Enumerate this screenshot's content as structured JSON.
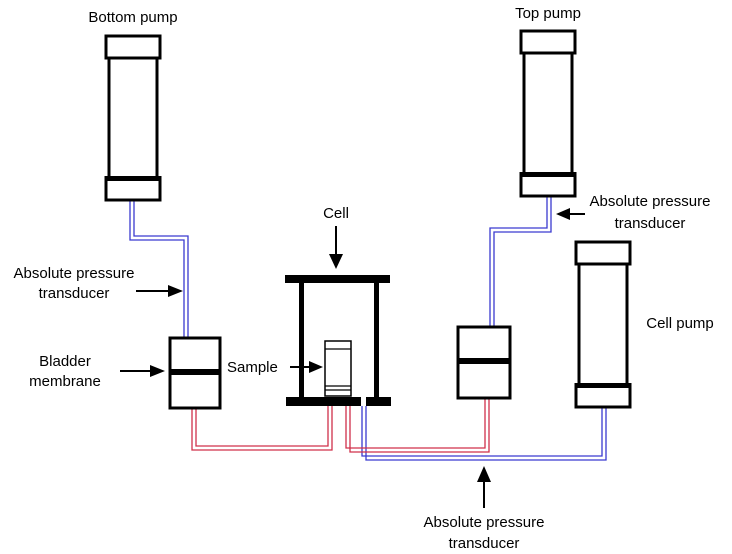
{
  "labels": {
    "bottom_pump": "Bottom pump",
    "top_pump": "Top pump",
    "cell_pump": "Cell pump",
    "cell": "Cell",
    "sample": "Sample",
    "bladder_line1": "Bladder",
    "bladder_line2": "membrane",
    "apt_left_line1": "Absolute pressure",
    "apt_left_line2": "transducer",
    "apt_right_line1": "Absolute pressure",
    "apt_right_line2": "transducer",
    "apt_bottom_line1": "Absolute pressure",
    "apt_bottom_line2": "transducer"
  },
  "colors": {
    "blue_line": "#3a3ad0",
    "red_line": "#d0304a",
    "outline": "#000000"
  }
}
